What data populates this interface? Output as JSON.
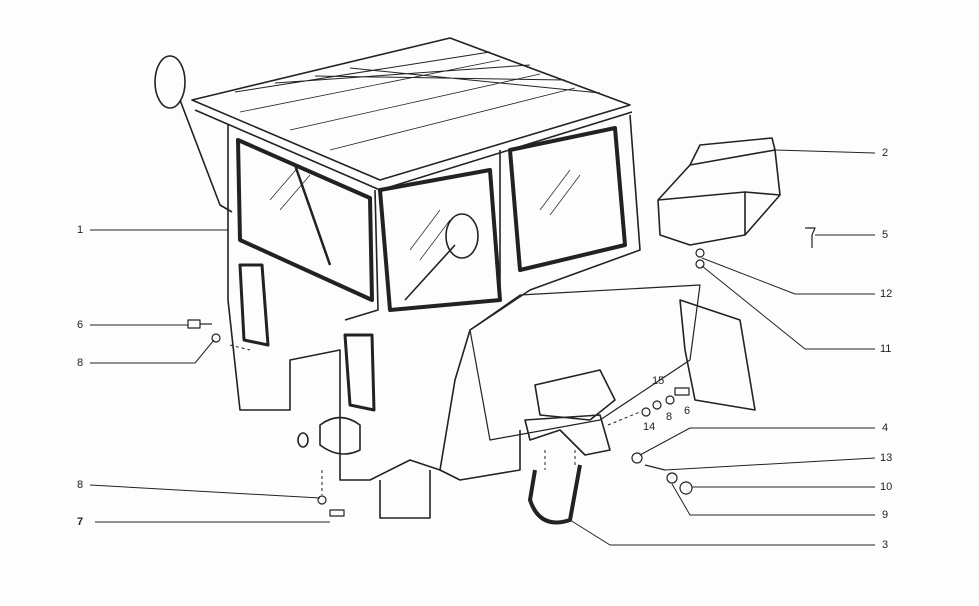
{
  "diagram": {
    "type": "exploded parts diagram",
    "callouts_left": [
      {
        "id": "c1",
        "label": "1"
      },
      {
        "id": "c6",
        "label": "6"
      },
      {
        "id": "c8a",
        "label": "8"
      },
      {
        "id": "c8b",
        "label": "8"
      },
      {
        "id": "c7",
        "label": "7"
      }
    ],
    "callouts_right": [
      {
        "id": "c2",
        "label": "2"
      },
      {
        "id": "c5",
        "label": "5"
      },
      {
        "id": "c12",
        "label": "12"
      },
      {
        "id": "c11",
        "label": "11"
      },
      {
        "id": "c4",
        "label": "4"
      },
      {
        "id": "c13",
        "label": "13"
      },
      {
        "id": "c10",
        "label": "10"
      },
      {
        "id": "c9",
        "label": "9"
      },
      {
        "id": "c3",
        "label": "3"
      }
    ],
    "callouts_inline": [
      {
        "id": "c15",
        "label": "15"
      },
      {
        "id": "c14",
        "label": "14"
      },
      {
        "id": "c8c",
        "label": "8"
      },
      {
        "id": "c6b",
        "label": "6"
      }
    ]
  }
}
